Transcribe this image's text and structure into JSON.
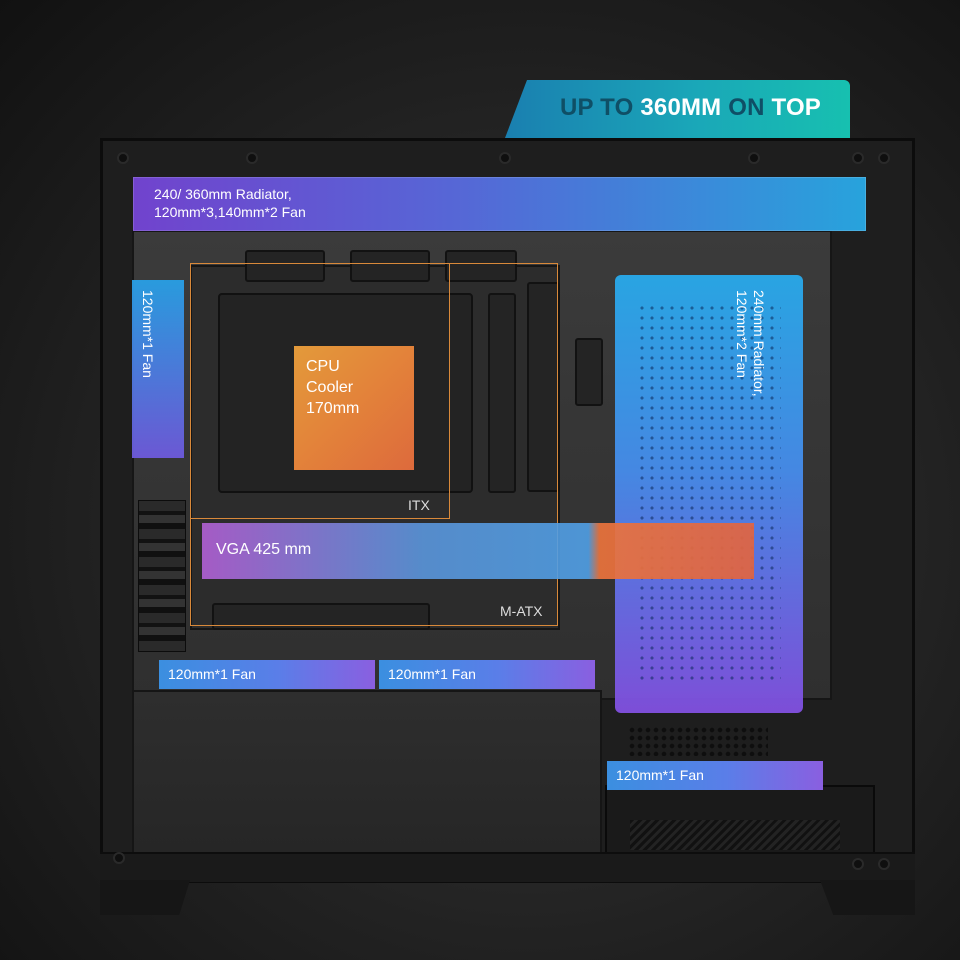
{
  "banner": {
    "part1": "UP TO ",
    "part2": "360MM",
    "part3": " ON ",
    "part4": "TOP"
  },
  "overlays": {
    "top_radiator_line1": "240/ 360mm Radiator,",
    "top_radiator_line2": "120mm*3,140mm*2 Fan",
    "left_fan": "120mm*1 Fan",
    "right_radiator_line1": "240mm Radiator,",
    "right_radiator_line2": "120mm*2 Fan",
    "cpu_line1": "CPU",
    "cpu_line2": "Cooler",
    "cpu_line3": "170mm",
    "itx": "ITX",
    "matx": "M-ATX",
    "vga": "VGA 425 mm",
    "bottom_fan_1": "120mm*1 Fan",
    "bottom_fan_2": "120mm*1 Fan",
    "psu_fan": "120mm*1 Fan"
  },
  "colors": {
    "banner_accent": "#1aa7b8",
    "outline": "#d9893a",
    "cpu": "#e3823a"
  }
}
